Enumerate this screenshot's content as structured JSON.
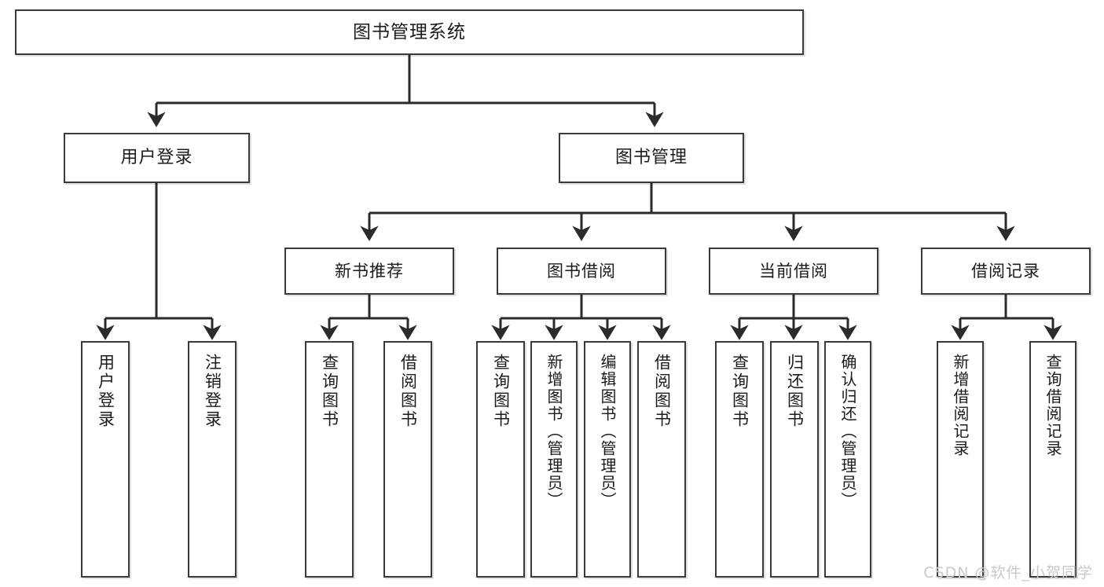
{
  "diagram": {
    "type": "tree",
    "title": "图书管理系统",
    "orientation": "top-down",
    "colors": {
      "box_border": "#3a3a3a",
      "box_fill": "#ffffff",
      "connector": "#2b2b2b",
      "text": "#1b1b1b",
      "watermark": "#c9c9c9"
    },
    "nodes": {
      "root": {
        "label": "图书管理系统",
        "level": 0,
        "orientation": "horizontal"
      },
      "level2": [
        {
          "id": "user-login",
          "label": "用户登录",
          "orientation": "horizontal"
        },
        {
          "id": "book-manage",
          "label": "图书管理",
          "orientation": "horizontal"
        }
      ],
      "level3": [
        {
          "id": "new-book-recommend",
          "label": "新书推荐",
          "orientation": "horizontal"
        },
        {
          "id": "book-borrow",
          "label": "图书借阅",
          "orientation": "horizontal"
        },
        {
          "id": "current-borrow",
          "label": "当前借阅",
          "orientation": "horizontal"
        },
        {
          "id": "borrow-record",
          "label": "借阅记录",
          "orientation": "horizontal"
        }
      ],
      "leaves": [
        {
          "id": "leaf-user-login",
          "label": "用户登录",
          "parent": "user-login",
          "orientation": "vertical"
        },
        {
          "id": "leaf-user-logout",
          "label": "注销登录",
          "parent": "user-login",
          "orientation": "vertical"
        },
        {
          "id": "leaf-query-book-1",
          "label": "查询图书",
          "parent": "new-book-recommend",
          "orientation": "vertical"
        },
        {
          "id": "leaf-borrow-book-1",
          "label": "借阅图书",
          "parent": "new-book-recommend",
          "orientation": "vertical"
        },
        {
          "id": "leaf-query-book-2",
          "label": "查询图书",
          "parent": "book-borrow",
          "orientation": "vertical"
        },
        {
          "id": "leaf-add-book",
          "label": "新增图书（管理员）",
          "parent": "book-borrow",
          "orientation": "vertical"
        },
        {
          "id": "leaf-edit-book",
          "label": "编辑图书（管理员）",
          "parent": "book-borrow",
          "orientation": "vertical"
        },
        {
          "id": "leaf-borrow-book-2",
          "label": "借阅图书",
          "parent": "book-borrow",
          "orientation": "vertical"
        },
        {
          "id": "leaf-query-book-3",
          "label": "查询图书",
          "parent": "current-borrow",
          "orientation": "vertical"
        },
        {
          "id": "leaf-return-book",
          "label": "归还图书",
          "parent": "current-borrow",
          "orientation": "vertical"
        },
        {
          "id": "leaf-confirm-return",
          "label": "确认归还（管理员）",
          "parent": "current-borrow",
          "orientation": "vertical"
        },
        {
          "id": "leaf-add-record",
          "label": "新增借阅记录",
          "parent": "borrow-record",
          "orientation": "vertical"
        },
        {
          "id": "leaf-query-record",
          "label": "查询借阅记录",
          "parent": "borrow-record",
          "orientation": "vertical"
        }
      ]
    }
  },
  "watermark": {
    "text": "CSDN @软件_小贺同学"
  }
}
